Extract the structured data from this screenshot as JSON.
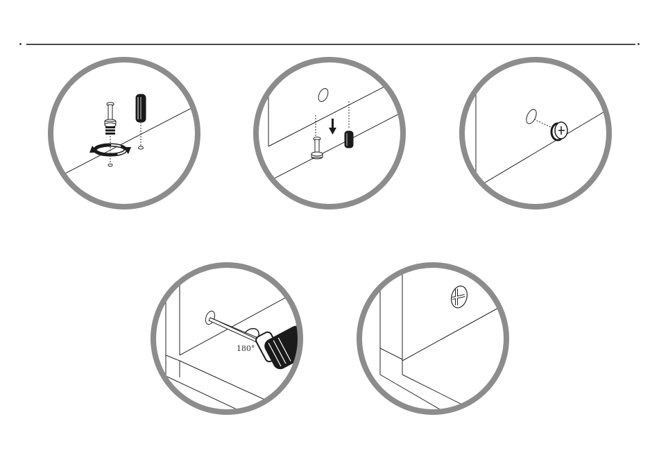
{
  "steps": [
    {
      "id": "step-1"
    },
    {
      "id": "step-2"
    },
    {
      "id": "step-3"
    },
    {
      "id": "step-4",
      "rotation_label": "180°"
    },
    {
      "id": "step-5"
    }
  ],
  "colors": {
    "ring": "#8c8c8c",
    "line": "#222222",
    "dark_part": "#1a1a1a"
  },
  "icons": [
    "cam-bolt-icon",
    "wooden-dowel-icon",
    "rotate-arrow-icon",
    "down-arrow-icon",
    "cam-lock-icon",
    "screwdriver-icon"
  ]
}
